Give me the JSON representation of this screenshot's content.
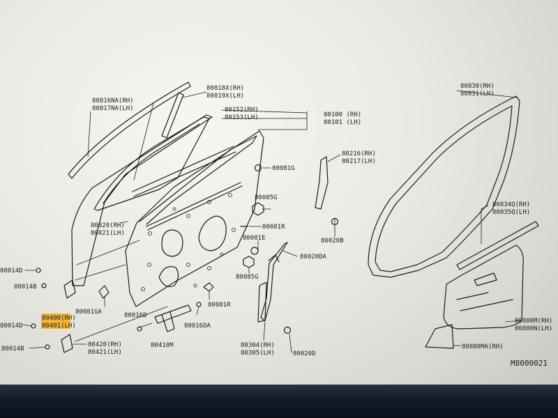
{
  "labels": {
    "p80816": "80816NA(RH)",
    "p80817": "80817NA(LH)",
    "p80818": "80818X(RH)",
    "p80819": "80819X(LH)",
    "p80152": "80152(RH)",
    "p80153": "80153(LH)",
    "p80100": "80100 (RH)",
    "p80101": "80101 (LH)",
    "p80830": "80830(RH)",
    "p80831": "80831(LH)",
    "p80216": "80216(RH)",
    "p80217": "80217(LH)",
    "p80081g": "80081G",
    "p80085g_top": "80085G",
    "p80081r_top": "80081R",
    "p80081e": "80081E",
    "p80020b": "80020B",
    "p80020da": "80020DA",
    "p80085g_bot": "80085G",
    "p80834": "80834Q(RH)",
    "p80835": "80835Q(LH)",
    "p80820": "80820(RH)",
    "p80821": "80821(LH)",
    "p80014d_top": "80014D",
    "p80014b_top": "80014B",
    "p80081ga": "80081GA",
    "p80400": "80400(RH)",
    "p80401": "80401(LH)",
    "p80014d_bot": "80014D",
    "p80014b_bot": "80014B",
    "p80016d": "80016D",
    "p80016da": "80016DA",
    "p80081r_bot": "80081R",
    "p80410m": "80410M",
    "p80420": "80420(RH)",
    "p80421": "80421(LH)",
    "p80304": "80304(RH)",
    "p80305": "80305(LH)",
    "p80020d": "80020D",
    "p80880m": "80880M(RH)",
    "p80880n": "80880N(LH)",
    "p80880ma": "80880MA(RH)",
    "diagram_id": "M8000021"
  },
  "colors": {
    "highlight": "#f5a300",
    "line": "#1a1a1a",
    "paper": "#efefea"
  }
}
